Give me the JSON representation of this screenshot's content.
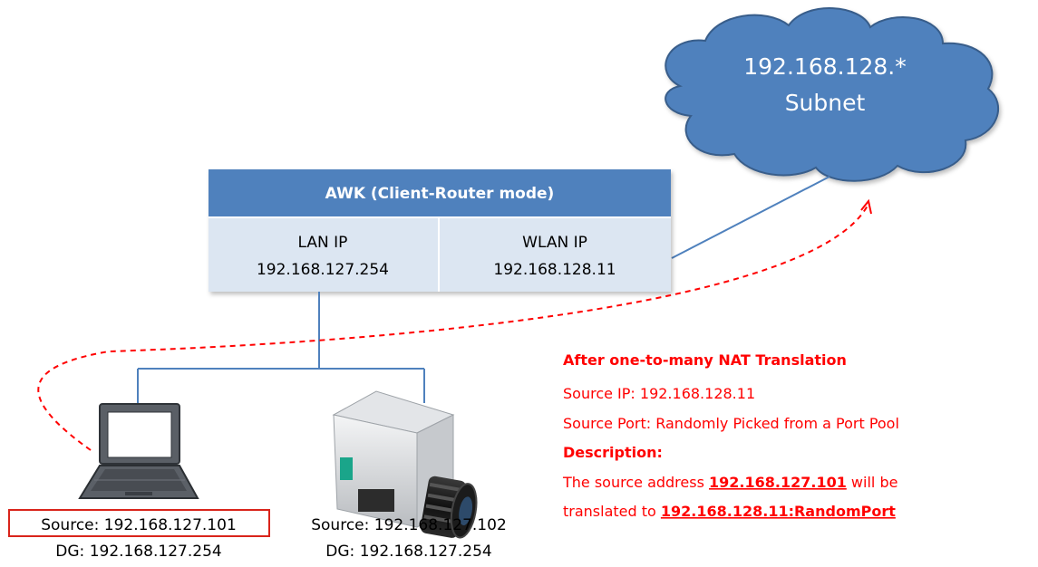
{
  "cloud": {
    "line1": "192.168.128.*",
    "line2": "Subnet",
    "fill_color": "#4f81bd"
  },
  "awk": {
    "title": "AWK (Client-Router mode)",
    "lan": {
      "label": "LAN IP",
      "ip": "192.168.127.254"
    },
    "wlan": {
      "label": "WLAN IP",
      "ip": "192.168.128.11"
    },
    "header_color": "#4f81bd",
    "cell_color": "#dce6f2"
  },
  "laptop": {
    "icon": "laptop-icon",
    "source": "Source: 192.168.127.101",
    "dg": "DG: 192.168.127.254"
  },
  "camera": {
    "icon": "ip-camera-icon",
    "source": "Source: 192.168.127.102",
    "dg": "DG: 192.168.127.254"
  },
  "nat": {
    "title": "After one-to-many NAT Translation",
    "source_ip": "Source IP: 192.168.128.11",
    "source_port": "Source Port: Randomly Picked from a Port Pool",
    "description_label": "Description:",
    "desc_part1": "The source address ",
    "desc_addr": "192.168.127.101",
    "desc_part2": " will be",
    "desc_part3": "translated to ",
    "desc_target": "192.168.128.11:RandomPort",
    "color": "#ff0000"
  }
}
